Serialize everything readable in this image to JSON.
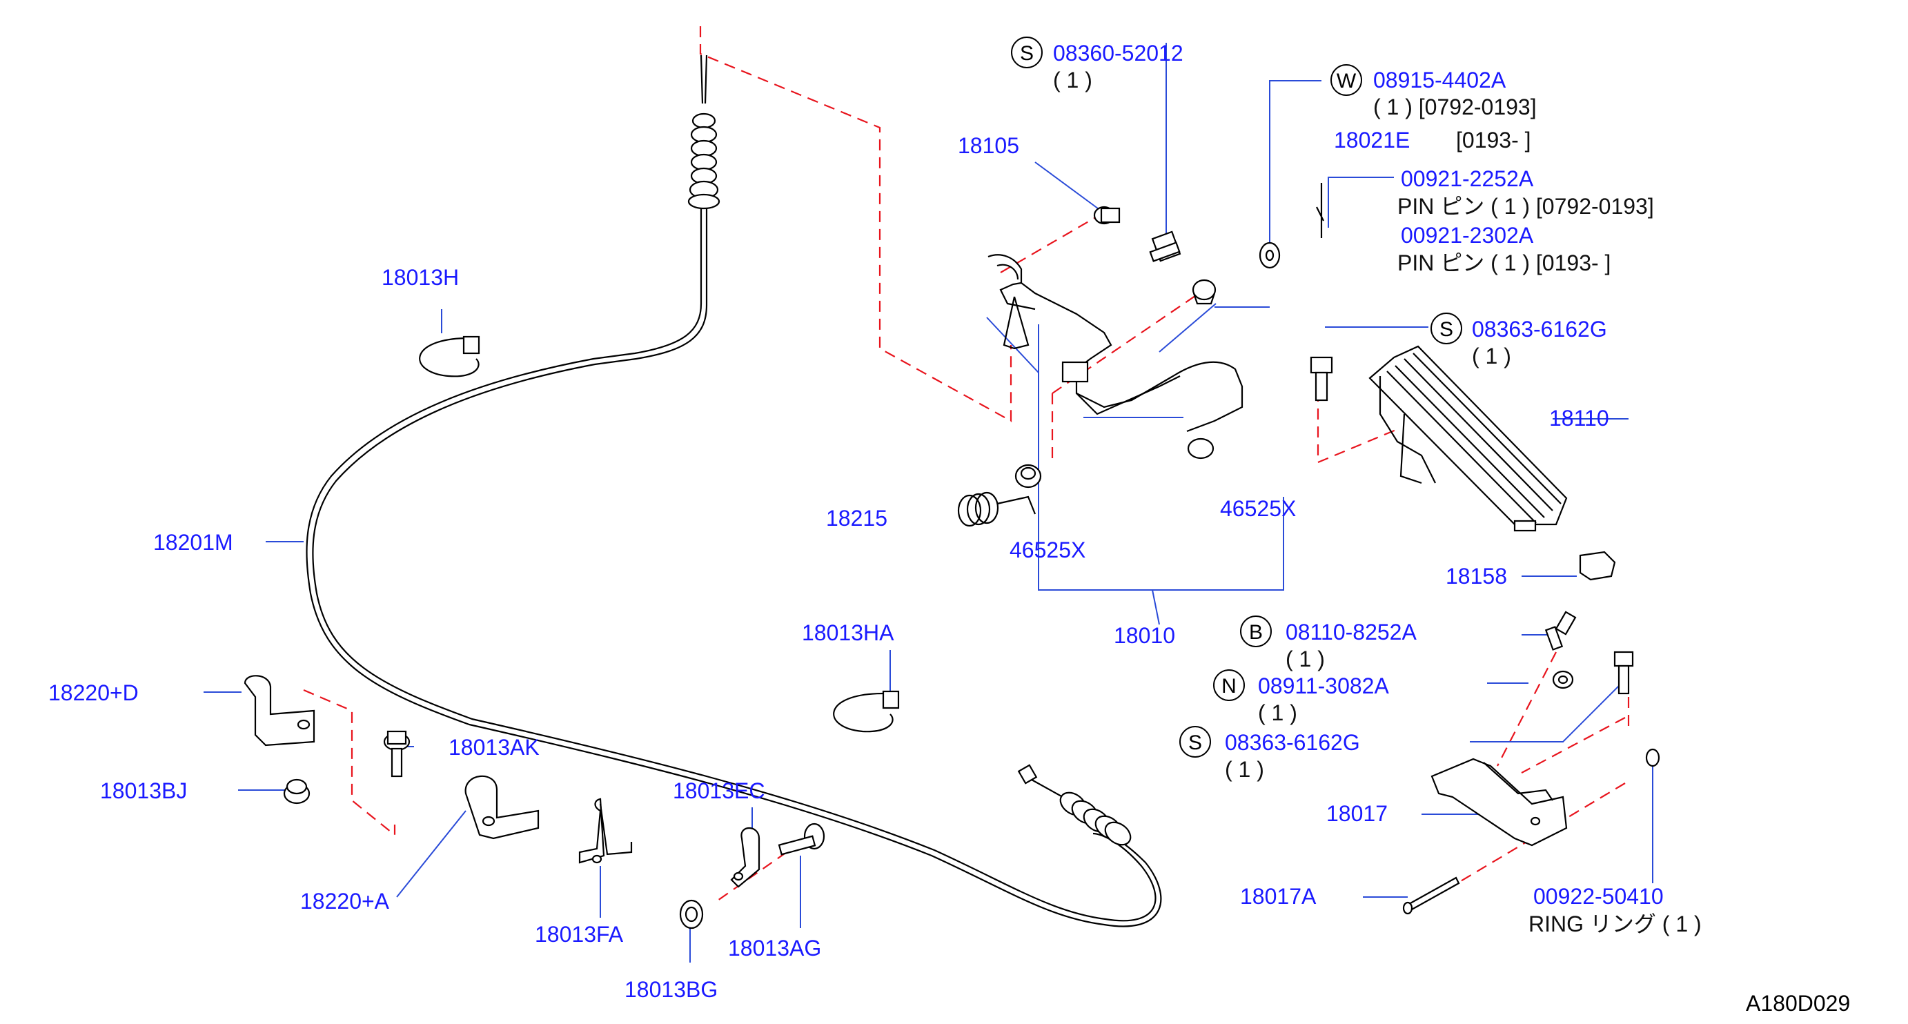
{
  "diagram_code": "A180D029",
  "colors": {
    "callout": "#1a1aff",
    "dashed_line": "#e8141d",
    "leader": "#2a4bd8",
    "drawing": "#000000"
  },
  "callouts": {
    "p18013H": "18013H",
    "p18201M": "18201M",
    "p18105": "18105",
    "p18215": "18215",
    "p46525X_a": "46525X",
    "p46525X_b": "46525X",
    "p18010": "18010",
    "p18110": "18110",
    "p18158": "18158",
    "p18021E": "18021E",
    "p18013HA": "18013HA",
    "p18220D": "18220+D",
    "p18013AK": "18013AK",
    "p18013BJ": "18013BJ",
    "p18220A": "18220+A",
    "p18013EC": "18013EC",
    "p18013FA": "18013FA",
    "p18013AG": "18013AG",
    "p18013BG": "18013BG",
    "p18017": "18017",
    "p18017A": "18017A",
    "s_08360": {
      "prefix": "S",
      "part": "08360-52012",
      "qty": "( 1 )"
    },
    "w_08915": {
      "prefix": "W",
      "part": "08915-4402A",
      "qty": "( 1 ) [0792-0193]"
    },
    "r_18021E": {
      "range": "[0193-                    ]"
    },
    "pin_a": {
      "part": "00921-2252A",
      "desc": "PIN      ピン ( 1 )  [0792-0193]"
    },
    "pin_b": {
      "part": "00921-2302A",
      "desc": "PIN      ピン ( 1 )  [0193-                    ]"
    },
    "s_08363_top": {
      "prefix": "S",
      "part": "08363-6162G",
      "qty": "( 1 )"
    },
    "b_08110": {
      "prefix": "B",
      "part": "08110-8252A",
      "qty": "( 1 )"
    },
    "n_08911": {
      "prefix": "N",
      "part": "08911-3082A",
      "qty": "( 1 )"
    },
    "s_08363_bot": {
      "prefix": "S",
      "part": "08363-6162G",
      "qty": "( 1 )"
    },
    "ring": {
      "part": "00922-50410",
      "desc": "RING      リング ( 1 )"
    }
  }
}
